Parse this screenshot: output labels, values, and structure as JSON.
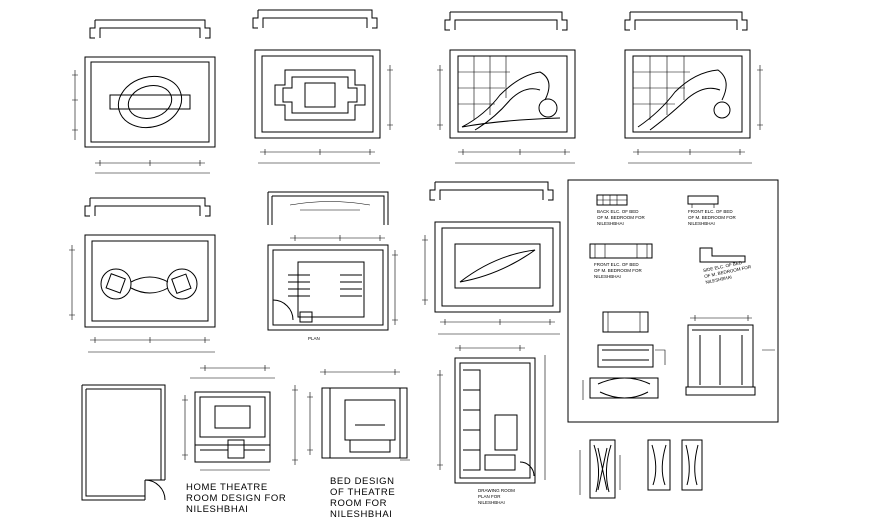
{
  "captions": {
    "home_theatre": [
      "HOME THEATRE",
      "ROOM DESIGN FOR",
      "NILESHBHAI"
    ],
    "bed_design": [
      "BED DESIGN",
      "OF THEATRE",
      "ROOM FOR",
      "NILESHBHAI"
    ]
  },
  "small_labels": {
    "back_elc": [
      "BACK ELC. OF BED",
      "OF M. BEDROOM FOR",
      "NILESHBHAI"
    ],
    "front_elc_top": [
      "FRONT ELC. OF BED",
      "OF M. BEDROOM FOR",
      "NILESHBHAI"
    ],
    "front_elc_mid": [
      "FRONT ELC. OF BED",
      "OF M. BEDROOM FOR",
      "NILESHBHAI"
    ],
    "side_elc": [
      "SIDE ELC. OF BED",
      "OF M. BEDROOM FOR",
      "NILESHBHAI"
    ],
    "drawing_room": [
      "DRAWING ROOM",
      "PLAN FOR",
      "NILESHBHAI"
    ],
    "plan": "PLAN"
  },
  "colors": {
    "ink": "#000000",
    "paper": "#ffffff"
  }
}
